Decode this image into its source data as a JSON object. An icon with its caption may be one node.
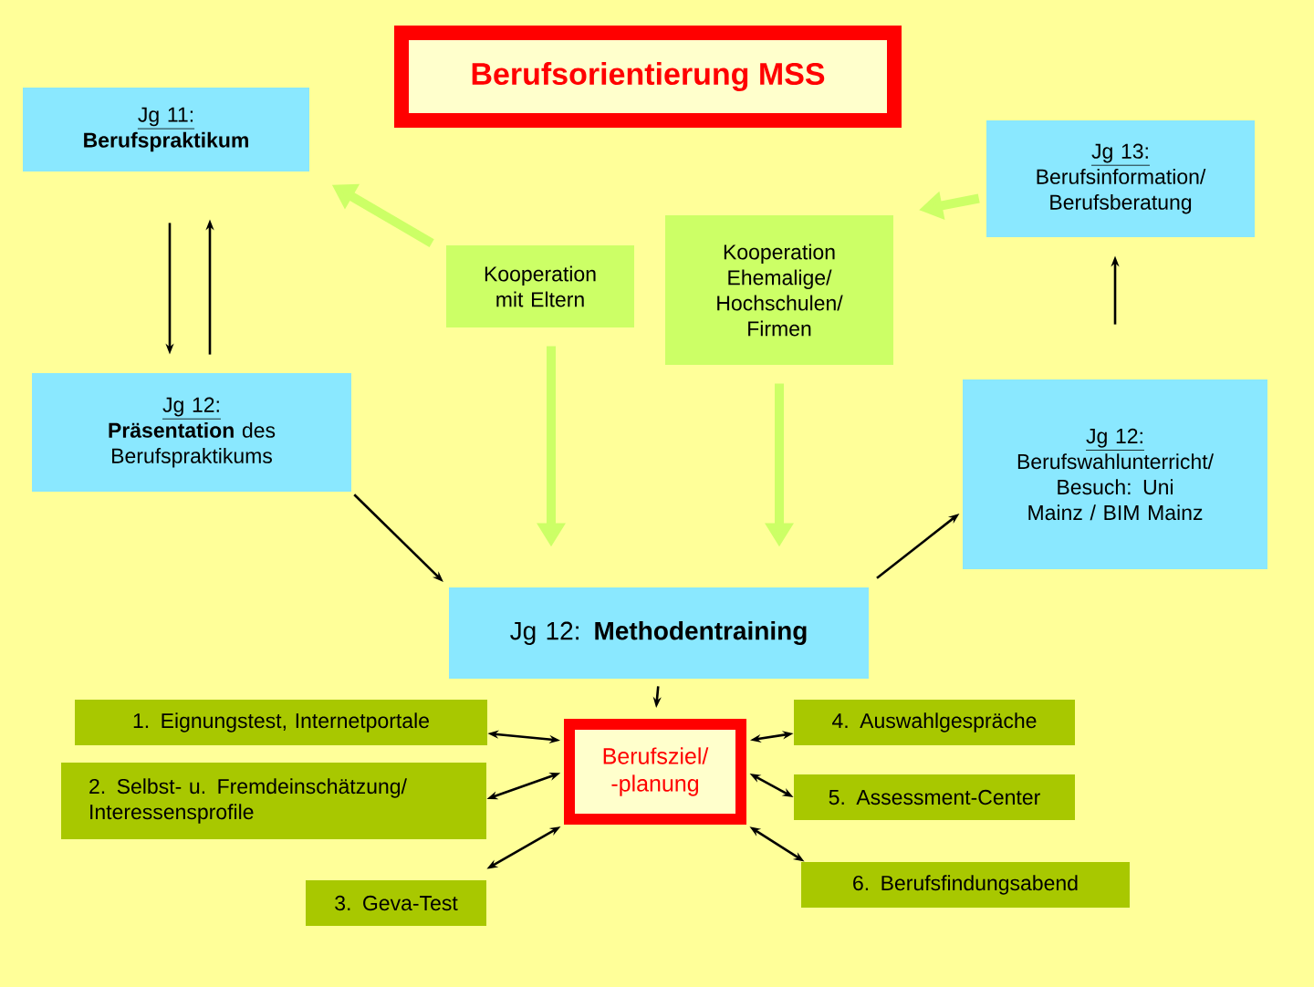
{
  "diagram": {
    "title": "Berufsorientierung MSS",
    "nodes": [
      {
        "text": [
          "Jg 11:",
          "Berufspraktikum"
        ]
      },
      {
        "text": [
          "Jg 13:",
          "Berufsinformation/ Berufsberatung"
        ]
      },
      {
        "text": [
          "Kooperation mit Eltern"
        ]
      },
      {
        "text": [
          "Kooperation Ehemalige/ Hochschulen/ Firmen"
        ]
      },
      {
        "text": [
          "Jg 12:",
          "**Präsentation** des Berufspraktikums"
        ]
      },
      {
        "text": [
          "Jg 12:",
          "Berufswahlunterricht/ Besuch: Uni Mainz / BIM Mainz"
        ]
      },
      {
        "text": [
          "Jg 12: **Methodentraining**"
        ]
      },
      {
        "text": [
          "Berufsziel/ -planung"
        ]
      },
      {
        "text": [
          "1. Eignungstest, Internetportale"
        ]
      },
      {
        "text": [
          "2. Selbst- u. Fremdeinschätzung/ Interessensprofile"
        ]
      },
      {
        "text": [
          "3. Geva-Test"
        ]
      },
      {
        "text": [
          "4. Auswahlgespräche"
        ]
      },
      {
        "text": [
          "5. Assessment-Center"
        ]
      },
      {
        "text": [
          "6. Berufsfindungsabend"
        ]
      }
    ],
    "edges": [
      {
        "from": 0,
        "to": 4,
        "arrow": "to"
      },
      {
        "from": 4,
        "to": 0,
        "arrow": "to"
      },
      {
        "from": 2,
        "to": 0,
        "arrow": "to",
        "style": "thick",
        "color": "#ccff66"
      },
      {
        "from": 2,
        "to": 6,
        "arrow": "to",
        "style": "thick",
        "color": "#ccff66"
      },
      {
        "from": 3,
        "to": 6,
        "arrow": "to",
        "style": "thick",
        "color": "#ccff66"
      },
      {
        "from": 1,
        "to": 3,
        "arrow": "to",
        "style": "thick",
        "color": "#ccff66"
      },
      {
        "from": 4,
        "to": 6,
        "arrow": "to"
      },
      {
        "from": 6,
        "to": 5,
        "arrow": "to"
      },
      {
        "from": 5,
        "to": 1,
        "arrow": "to"
      },
      {
        "from": 6,
        "to": 7,
        "arrow": "to"
      },
      {
        "from": 7,
        "to": 8,
        "arrow": "both"
      },
      {
        "from": 7,
        "to": 9,
        "arrow": "both"
      },
      {
        "from": 7,
        "to": 10,
        "arrow": "both"
      },
      {
        "from": 7,
        "to": 11,
        "arrow": "both"
      },
      {
        "from": 7,
        "to": 12,
        "arrow": "both"
      },
      {
        "from": 7,
        "to": 13,
        "arrow": "both"
      }
    ]
  }
}
